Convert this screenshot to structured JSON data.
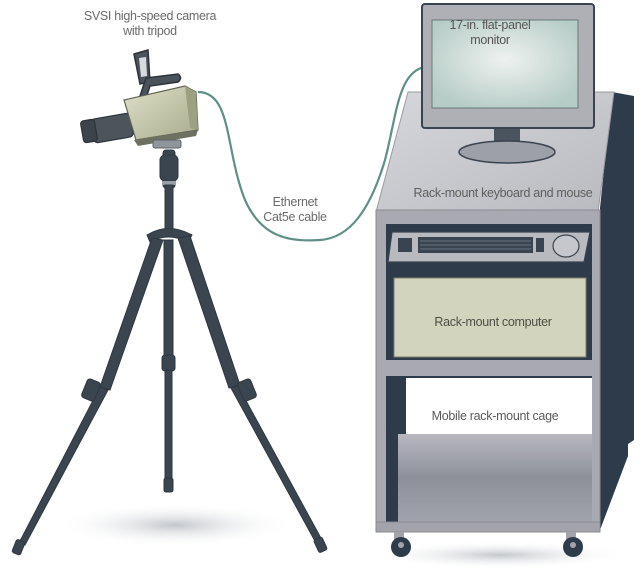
{
  "diagram": {
    "type": "equipment-setup-illustration",
    "components": [
      {
        "id": "camera",
        "label_lines": [
          "SVSI high-speed camera",
          "with tripod"
        ]
      },
      {
        "id": "cable",
        "label_lines": [
          "Ethernet",
          "Cat5e cable"
        ]
      },
      {
        "id": "monitor",
        "label_lines": [
          "17-in. flat-panel",
          "monitor"
        ]
      },
      {
        "id": "keyboard",
        "label": "Rack-mount keyboard and mouse"
      },
      {
        "id": "computer",
        "label": "Rack-mount computer"
      },
      {
        "id": "cage",
        "label": "Mobile rack-mount cage"
      }
    ],
    "connections": [
      {
        "from": "camera",
        "to": "monitor",
        "via": "cable"
      }
    ],
    "colors": {
      "cable": "#5f8f88",
      "tripod": "#3a4550",
      "camera_body": "#c9ccb0",
      "cart_frame": "#a9aab1",
      "cart_top": "#c8c9cd",
      "cart_side_dark": "#2e3b4a",
      "computer_face": "#d3d4bd",
      "monitor_screen": "#cfdcd7"
    }
  }
}
